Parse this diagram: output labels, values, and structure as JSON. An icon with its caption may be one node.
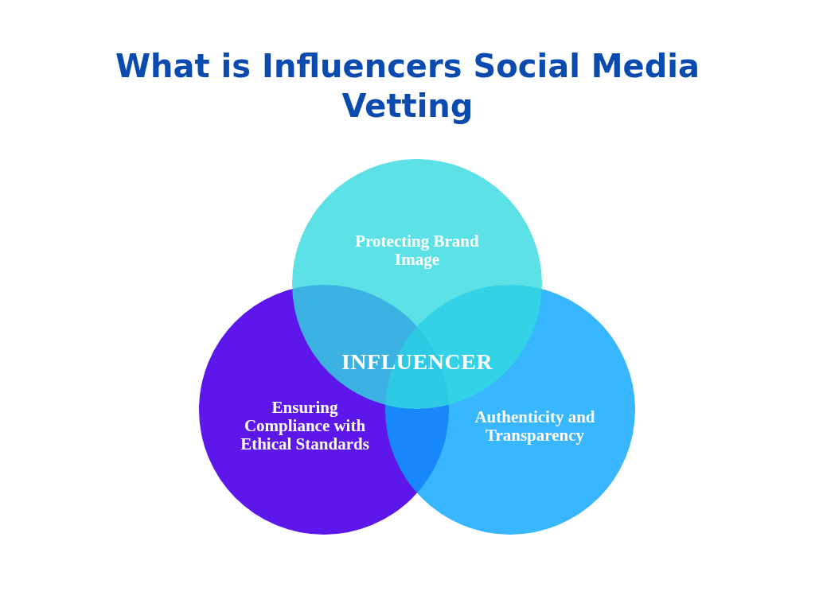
{
  "diagram": {
    "title": "What is Influencers Social Media Vetting",
    "nodes": [
      {
        "text": [
          "Protecting Brand Image"
        ]
      },
      {
        "text": [
          "Ensuring Compliance with Ethical Standards"
        ]
      },
      {
        "text": [
          "Authenticity and Transparency"
        ]
      }
    ],
    "labels": [
      "INFLUENCER"
    ]
  }
}
